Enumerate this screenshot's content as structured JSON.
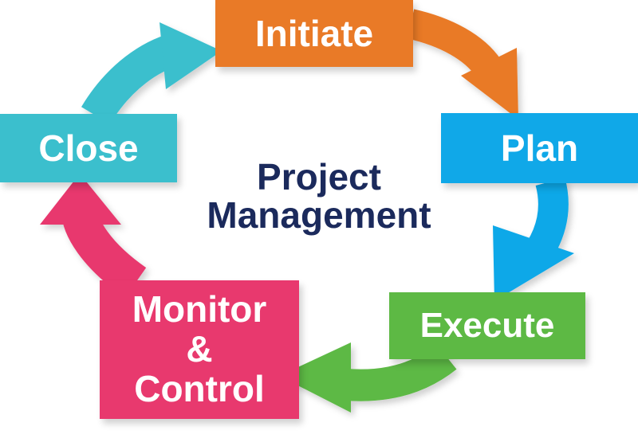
{
  "diagram": {
    "center_title": [
      "Project",
      "Management"
    ],
    "stages": [
      {
        "id": "initiate",
        "label": "Initiate",
        "color": "#e97a27"
      },
      {
        "id": "plan",
        "label": "Plan",
        "color": "#10a8e8"
      },
      {
        "id": "execute",
        "label": "Execute",
        "color": "#5db944"
      },
      {
        "id": "monitor",
        "label": [
          "Monitor",
          "&",
          "Control"
        ],
        "color": "#e8396e"
      },
      {
        "id": "close",
        "label": "Close",
        "color": "#3bbfcd"
      }
    ],
    "flow": [
      "initiate",
      "plan",
      "execute",
      "monitor",
      "close",
      "initiate"
    ]
  }
}
